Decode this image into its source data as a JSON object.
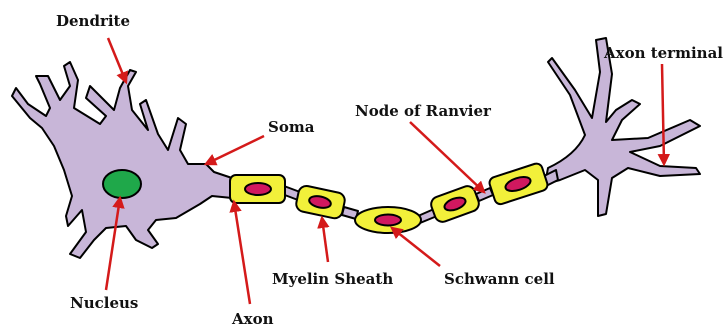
{
  "diagram": {
    "labels": {
      "dendrite": "Dendrite",
      "soma": "Soma",
      "node_of_ranvier": "Node of Ranvier",
      "axon_terminal": "Axon terminal",
      "nucleus": "Nucleus",
      "axon": "Axon",
      "myelin_sheath": "Myelin Sheath",
      "schwann_cell": "Schwann cell"
    },
    "colors": {
      "cell_body": "#c8b6d8",
      "nucleus": "#1fa84a",
      "myelin": "#f2f03a",
      "schwann_nucleus": "#d1185f",
      "arrow": "#d41a1a",
      "outline": "#000000"
    }
  }
}
